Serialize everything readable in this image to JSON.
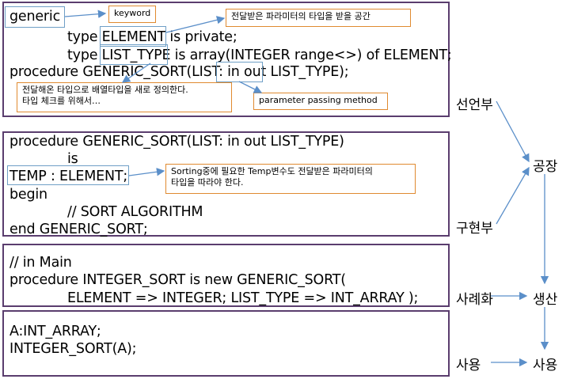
{
  "panel1": {
    "line1": "generic",
    "line2_prefix": "type ",
    "line2_hl": "ELEMENT",
    "line2_suffix": " is private;",
    "line3_prefix": "type ",
    "line3_hl": "LIST_TYPE",
    "line3_suffix": " is array(INTEGER range<>) of ELEMENT;",
    "line4_prefix": "procedure GENERIC_SORT(LIST: ",
    "line4_hl": "in out",
    "line4_suffix": " LIST_TYPE);",
    "note_keyword": "keyword",
    "note_param_space": "전달받은 파라미터의 타입을 받을 공간",
    "note_redefine": "전달해온 타입으로 배열타입을 새로 정의한다.\n타입 체크를 위해서…",
    "note_passing": "parameter passing method"
  },
  "panel2": {
    "line1": "procedure GENERIC_SORT(LIST: in out LIST_TYPE)",
    "line2": "is",
    "line3": "TEMP : ELEMENT;",
    "line4": "begin",
    "line5": "// SORT ALGORITHM",
    "line6": "end GENERIC_SORT;",
    "note_temp": "Sorting중에 필요한 Temp변수도 전달받은 파라미터의\n타입을 따라야 한다."
  },
  "panel3": {
    "line1": "// in Main",
    "line2": "procedure INTEGER_SORT is new GENERIC_SORT(",
    "line3": "ELEMENT => INTEGER; LIST_TYPE => INT_ARRAY );"
  },
  "panel4": {
    "line1": "A:INT_ARRAY;",
    "line2": "INTEGER_SORT(A);"
  },
  "side": {
    "declaration": "선언부",
    "implementation": "구현부",
    "factory": "공장",
    "instantiation": "사례화",
    "production": "생산",
    "use_left": "사용",
    "use_right": "사용"
  },
  "colors": {
    "panel_border": "#5a3d6e",
    "highlight": "#6f9fc6",
    "note_border": "#e08a30",
    "arrow": "#5b8fc9"
  }
}
